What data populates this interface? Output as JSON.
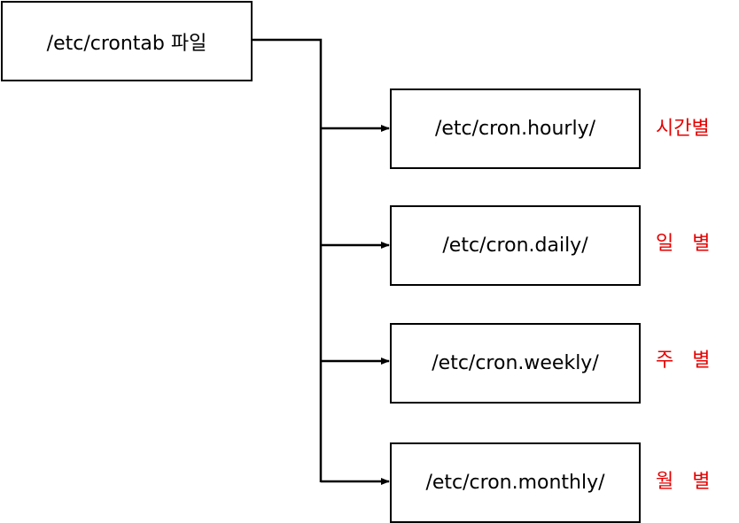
{
  "root": {
    "label": "/etc/crontab 파일"
  },
  "children": [
    {
      "label": "/etc/cron.hourly/",
      "frequency": "시간별"
    },
    {
      "label": "/etc/cron.daily/",
      "frequency": "일   별"
    },
    {
      "label": "/etc/cron.weekly/",
      "frequency": "주   별"
    },
    {
      "label": "/etc/cron.monthly/",
      "frequency": "월   별"
    }
  ],
  "colors": {
    "box_border": "#000000",
    "connector": "#000000",
    "frequency_text": "#e60000",
    "background": "#ffffff"
  }
}
